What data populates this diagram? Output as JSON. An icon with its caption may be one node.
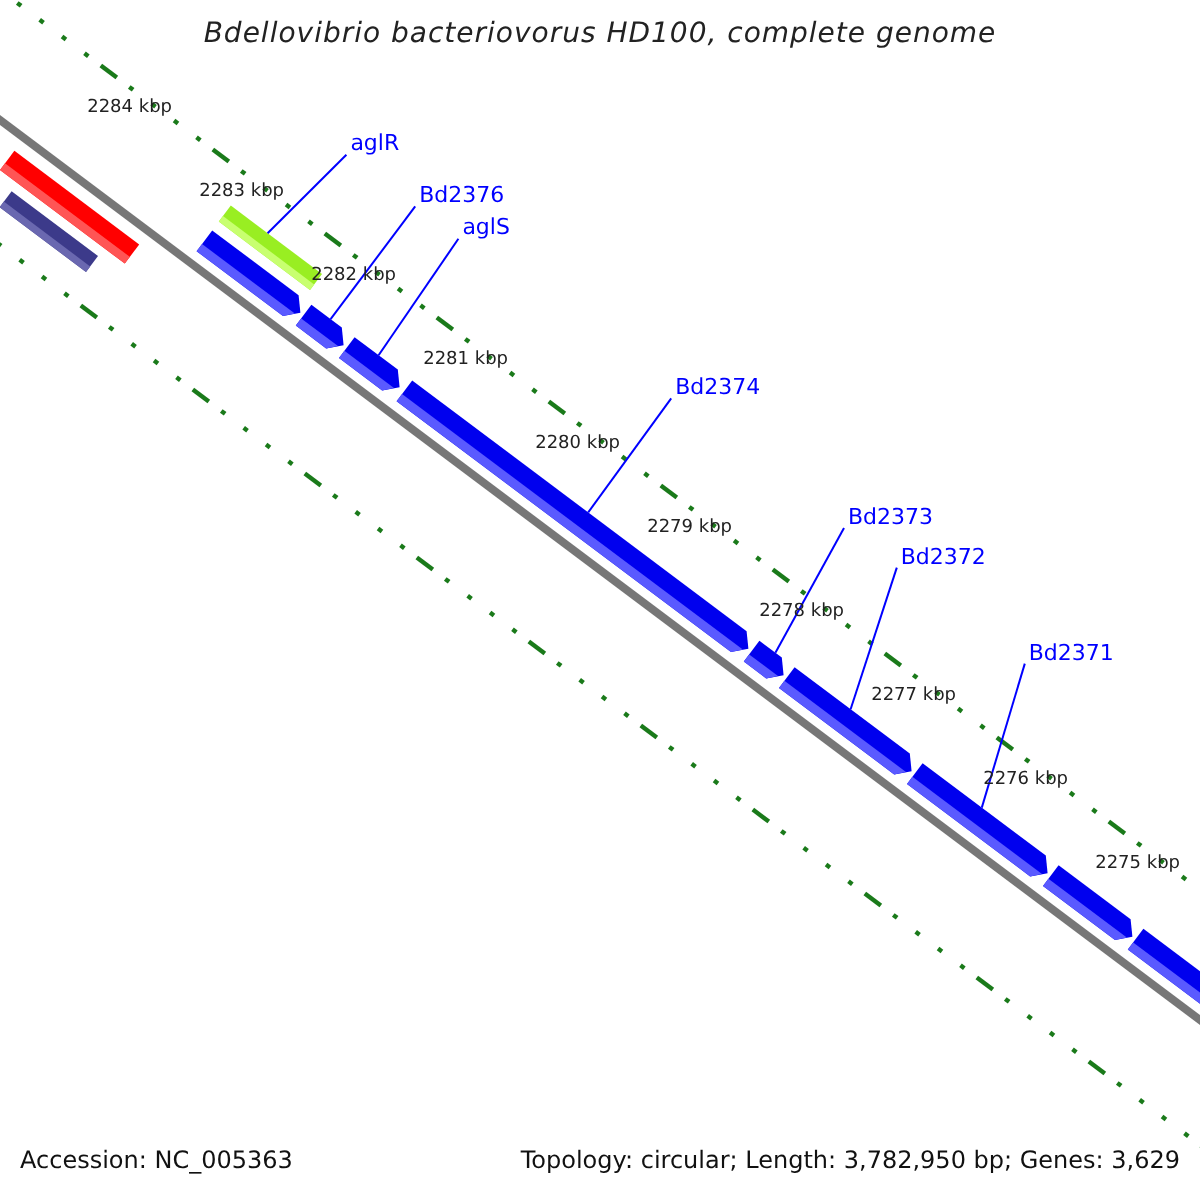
{
  "diagram": {
    "nodes": [
      {
        "text": [
          "aglR"
        ]
      },
      {
        "text": [
          "Bd2376"
        ]
      },
      {
        "text": [
          "aglS"
        ]
      },
      {
        "text": [
          "Bd2374"
        ]
      },
      {
        "text": [
          "Bd2373"
        ]
      },
      {
        "text": [
          "Bd2372"
        ]
      },
      {
        "text": [
          "Bd2371"
        ]
      },
      {
        "text": [],
        "shape": "bar"
      },
      {
        "text": [],
        "shape": "bar"
      },
      {
        "text": [],
        "shape": "bar"
      },
      {
        "text": [],
        "shape": "arrow"
      },
      {
        "text": [],
        "shape": "arrow"
      },
      {
        "text": [],
        "shape": "arrow"
      },
      {
        "text": [],
        "shape": "arrow"
      },
      {
        "text": [],
        "shape": "arrow"
      },
      {
        "text": [],
        "shape": "arrow"
      },
      {
        "text": [],
        "shape": "arrow"
      },
      {
        "text": [],
        "shape": "arrow"
      },
      {
        "text": [],
        "shape": "arrow"
      }
    ],
    "edges": [
      {
        "from": 0,
        "to": 9,
        "arrow": "none"
      },
      {
        "from": 1,
        "to": 11,
        "arrow": "none"
      },
      {
        "from": 2,
        "to": 12,
        "arrow": "none"
      },
      {
        "from": 3,
        "to": 13,
        "arrow": "none"
      },
      {
        "from": 4,
        "to": 14,
        "arrow": "none"
      },
      {
        "from": 5,
        "to": 15,
        "arrow": "none"
      },
      {
        "from": 6,
        "to": 16,
        "arrow": "none"
      }
    ],
    "labels": [
      "Bdellovibrio bacteriovorus HD100, complete genome",
      "2284 kbp",
      "2283 kbp",
      "2282 kbp",
      "2281 kbp",
      "2280 kbp",
      "2279 kbp",
      "2278 kbp",
      "2277 kbp",
      "2276 kbp",
      "2275 kbp",
      "Accession: NC_005363",
      "Topology: circular; Length: 3,782,950 bp; Genes: 3,629"
    ]
  }
}
